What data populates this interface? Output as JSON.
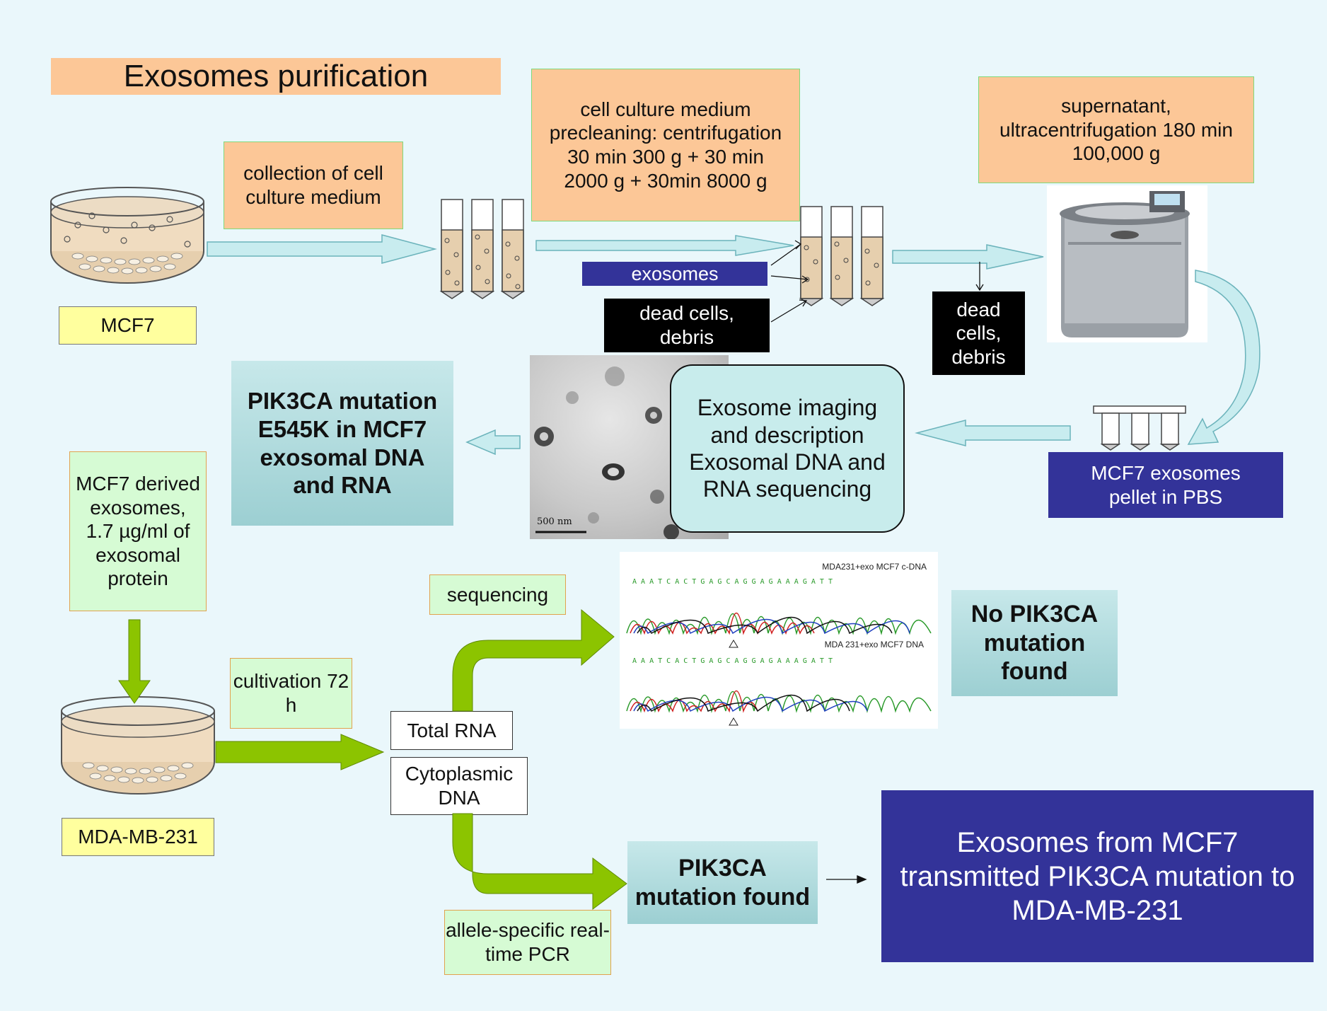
{
  "title": "Exosomes purification",
  "labels": {
    "collection": "collection of cell culture medium",
    "preclean": "cell culture medium precleaning: centrifugation 30 min 300 g + 30 min 2000 g + 30min 8000 g",
    "ultracentrifuge": "supernatant, ultracentrifugation 180 min 100,000 g",
    "mcf7": "MCF7",
    "exosomes": "exosomes",
    "dead1": "dead cells, debris",
    "dead2": "dead cells, debris",
    "pellet": "MCF7 exosomes pellet in PBS",
    "imaging": "Exosome imaging and description Exosomal DNA and RNA sequencing",
    "scale_bar": "500 nm",
    "pik_e545k": "PIK3CA mutation E545K in MCF7 exosomal DNA and RNA",
    "derived": "MCF7 derived exosomes, 1.7 µg/ml of exosomal protein",
    "cultivation": "cultivation 72 h",
    "mda": "MDA-MB-231",
    "total_rna": "Total RNA",
    "cyto_dna": "Cytoplasmic DNA",
    "sequencing": "sequencing",
    "as_pcr": "allele-specific real-time PCR",
    "no_mutation": "No PIK3CA mutation found",
    "mutation_found": "PIK3CA mutation found",
    "conclusion": "Exosomes from MCF7 transmitted PIK3CA mutation to MDA-MB-231",
    "chrom_top": "MDA231+exo MCF7 c-DNA",
    "chrom_bottom": "MDA 231+exo MCF7  DNA",
    "seq_top": "A A A T  C A  C T G A  G  C A G G A G A A A G A T T",
    "seq_bottom": "A A A T  C A  C T G A  G  C A G G A G A A A G A T T"
  },
  "colors": {
    "peach": "#fcc797",
    "navy": "#333399",
    "mint": "#d6fbd4",
    "yellow": "#ffff9e",
    "teal": "#9ccfd2",
    "green_arrow": "#8cc400",
    "blue_arrow": "#c8ecef",
    "background": "#eaf7fb"
  }
}
